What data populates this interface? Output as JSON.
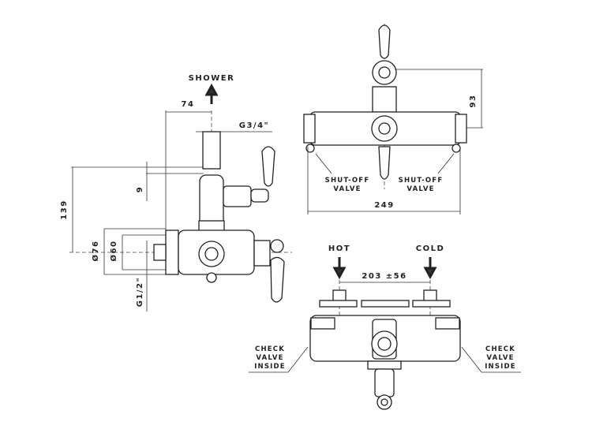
{
  "side_view": {
    "outlet_label": "SHOWER",
    "dim_offset": "74",
    "outlet_thread": "G3/4\"",
    "dim_small": "9",
    "dim_height": "139",
    "dim_dia_outer": "Ø76",
    "dim_dia_inner": "Ø60",
    "inlet_thread": "G1/2\""
  },
  "top_view": {
    "dim_height": "93",
    "left_valve": [
      "SHUT-OFF",
      "VALVE"
    ],
    "right_valve": [
      "SHUT-OFF",
      "VALVE"
    ],
    "dim_width": "249"
  },
  "front_view": {
    "hot_label": "HOT",
    "cold_label": "COLD",
    "dim_centers": "203 ±56",
    "left_note": [
      "CHECK",
      "VALVE",
      "INSIDE"
    ],
    "right_note": [
      "CHECK",
      "VALVE",
      "INSIDE"
    ]
  }
}
